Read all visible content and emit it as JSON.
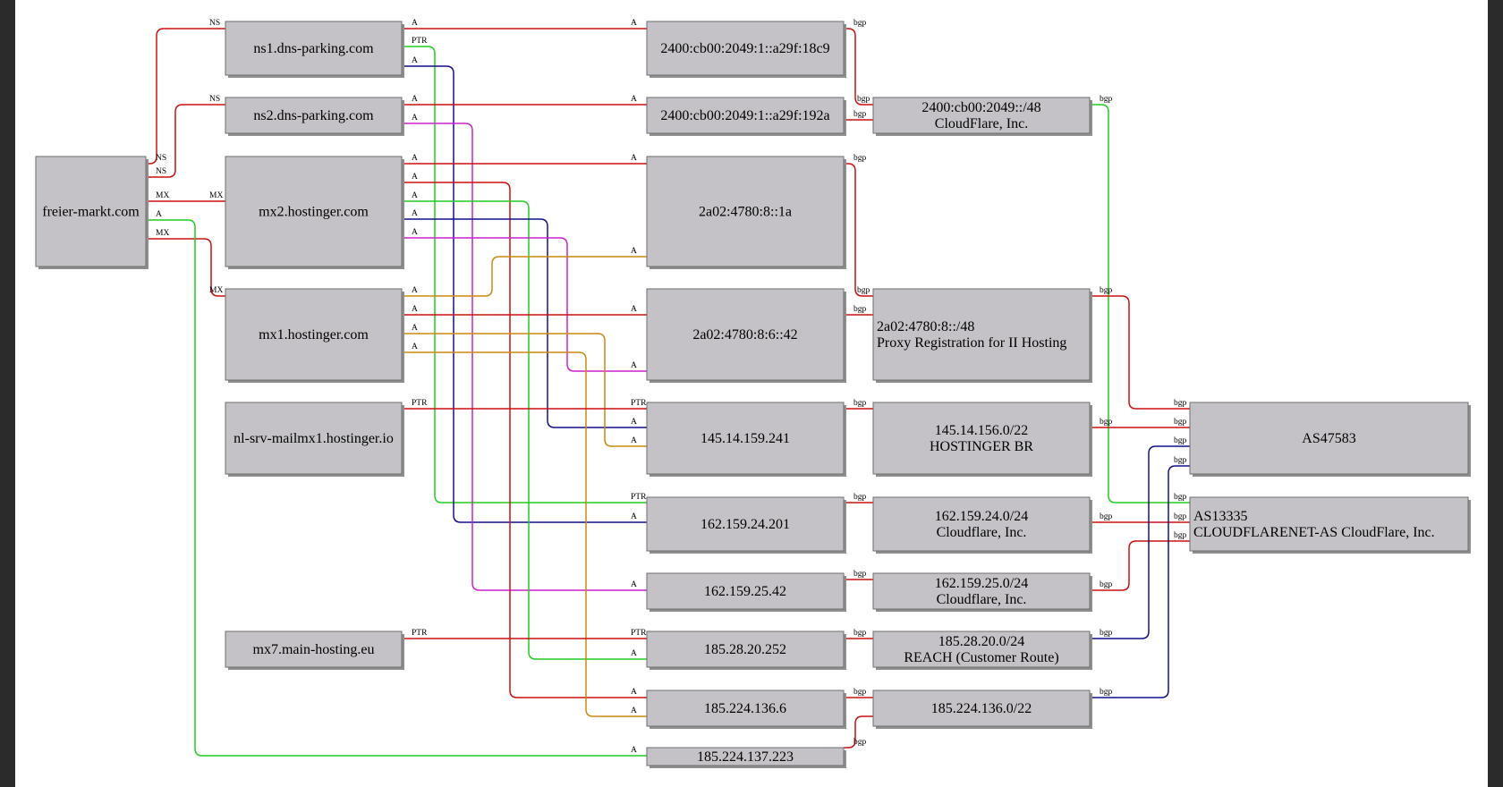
{
  "colors": {
    "frame": "#2b2b2b",
    "canvas": "#ffffff",
    "node_fill": "#c4c2c6",
    "red": "#cc1111",
    "green": "#22cc22",
    "blue": "#111188",
    "magenta": "#cc22cc",
    "orange": "#cc8811"
  },
  "nodes": {
    "domain": [
      "freier-markt.com"
    ],
    "ns1": [
      "ns1.dns-parking.com"
    ],
    "ns2": [
      "ns2.dns-parking.com"
    ],
    "mx2": [
      "mx2.hostinger.com"
    ],
    "mx1": [
      "mx1.hostinger.com"
    ],
    "nlsrv": [
      "nl-srv-mailmx1.hostinger.io"
    ],
    "mx7": [
      "mx7.main-hosting.eu"
    ],
    "ip_v6a": [
      "2400:cb00:2049:1::a29f:18c9"
    ],
    "ip_v6b": [
      "2400:cb00:2049:1::a29f:192a"
    ],
    "ip_v6c": [
      "2a02:4780:8::1a"
    ],
    "ip_v6d": [
      "2a02:4780:8:6::42"
    ],
    "ip_145": [
      "145.14.159.241"
    ],
    "ip_162_201": [
      "162.159.24.201"
    ],
    "ip_162_42": [
      "162.159.25.42"
    ],
    "ip_185_28": [
      "185.28.20.252"
    ],
    "ip_185_224_6": [
      "185.224.136.6"
    ],
    "ip_185_224_223": [
      "185.224.137.223"
    ],
    "pfx_cf48": [
      "2400:cb00:2049::/48",
      "CloudFlare, Inc."
    ],
    "pfx_2a02": [
      "2a02:4780:8::/48",
      "Proxy Registration for II Hosting"
    ],
    "pfx_145": [
      "145.14.156.0/22",
      "HOSTINGER BR"
    ],
    "pfx_162_24": [
      "162.159.24.0/24",
      "Cloudflare, Inc."
    ],
    "pfx_162_25": [
      "162.159.25.0/24",
      "Cloudflare, Inc."
    ],
    "pfx_185_28": [
      "185.28.20.0/24",
      "REACH (Customer Route)"
    ],
    "pfx_185_224": [
      "185.224.136.0/22"
    ],
    "as47583": [
      "AS47583"
    ],
    "as13335": [
      "AS13335",
      "CLOUDFLARENET-AS CloudFlare, Inc."
    ]
  },
  "edge_labels": {
    "ns": "NS",
    "mx": "MX",
    "a": "A",
    "ptr": "PTR",
    "bgp": "bgp"
  }
}
